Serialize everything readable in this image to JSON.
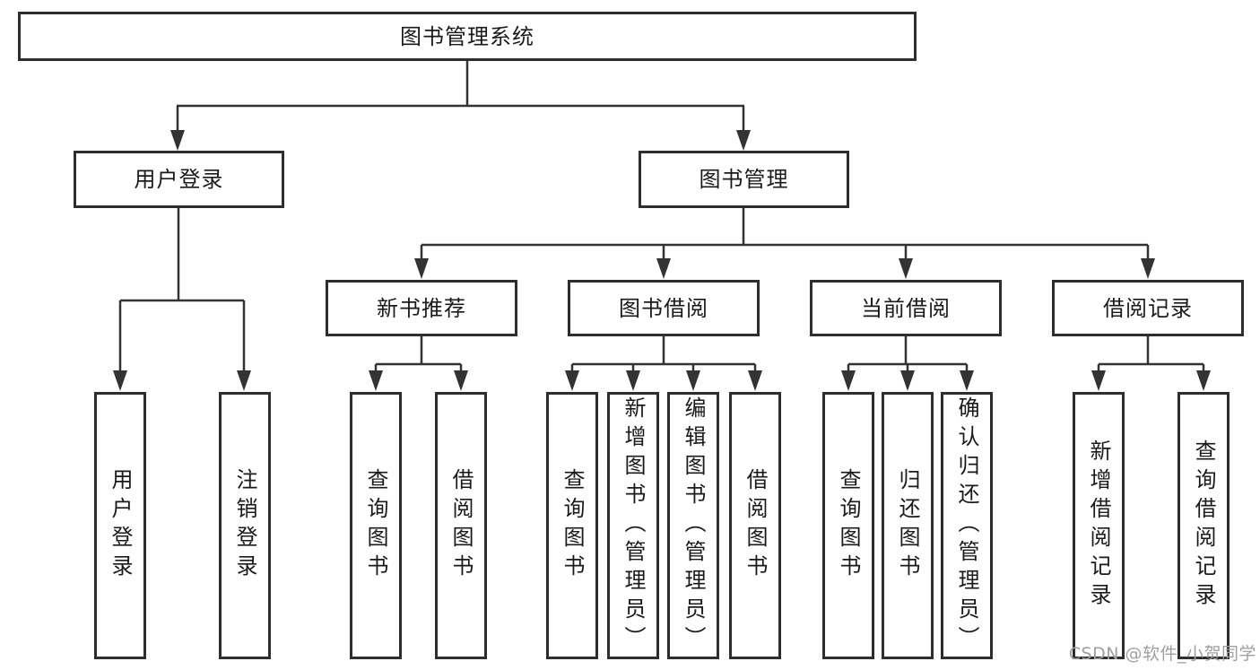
{
  "root": {
    "label": "图书管理系统"
  },
  "level2": [
    {
      "label": "用户登录"
    },
    {
      "label": "图书管理"
    }
  ],
  "level3": [
    {
      "label": "新书推荐"
    },
    {
      "label": "图书借阅"
    },
    {
      "label": "当前借阅"
    },
    {
      "label": "借阅记录"
    }
  ],
  "leaves": [
    {
      "label": "用户登录"
    },
    {
      "label": "注销登录"
    },
    {
      "label": "查询图书"
    },
    {
      "label": "借阅图书"
    },
    {
      "label": "查询图书"
    },
    {
      "label": "新增图书（管理员）"
    },
    {
      "label": "编辑图书（管理员）"
    },
    {
      "label": "借阅图书"
    },
    {
      "label": "查询图书"
    },
    {
      "label": "归还图书"
    },
    {
      "label": "确认归还（管理员）"
    },
    {
      "label": "新增借阅记录"
    },
    {
      "label": "查询借阅记录"
    }
  ],
  "watermark": "CSDN @软件_小贺同学",
  "colors": {
    "line": "#333333",
    "border": "#2e2e2e",
    "text": "#1a1a1a",
    "watermark": "#9f9f9f"
  }
}
